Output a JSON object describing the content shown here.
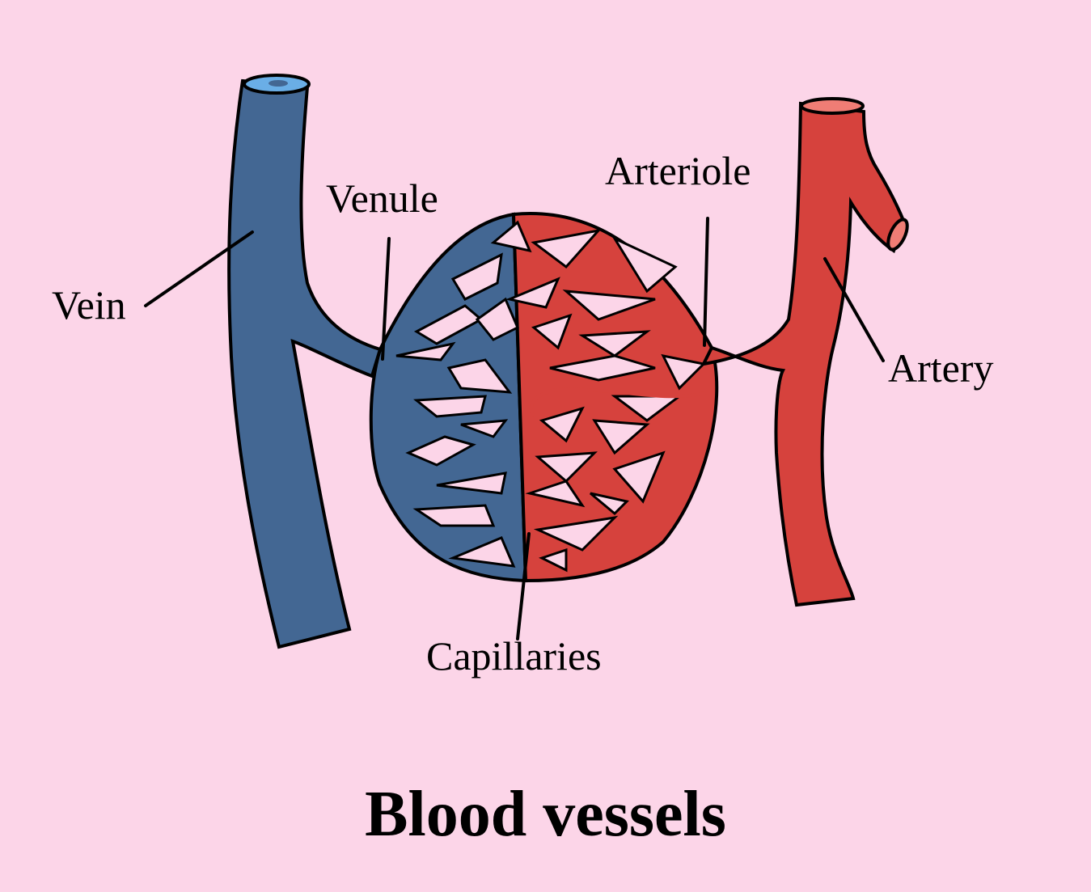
{
  "title": "Blood vessels",
  "labels": {
    "vein": "Vein",
    "venule": "Venule",
    "arteriole": "Arteriole",
    "artery": "Artery",
    "capillaries": "Capillaries"
  },
  "colors": {
    "background": "#fcd5e8",
    "vein": "#436793",
    "vein_lumen": "#6aaee6",
    "artery": "#d6423d",
    "artery_lumen": "#f07d75",
    "outline": "#000000"
  }
}
